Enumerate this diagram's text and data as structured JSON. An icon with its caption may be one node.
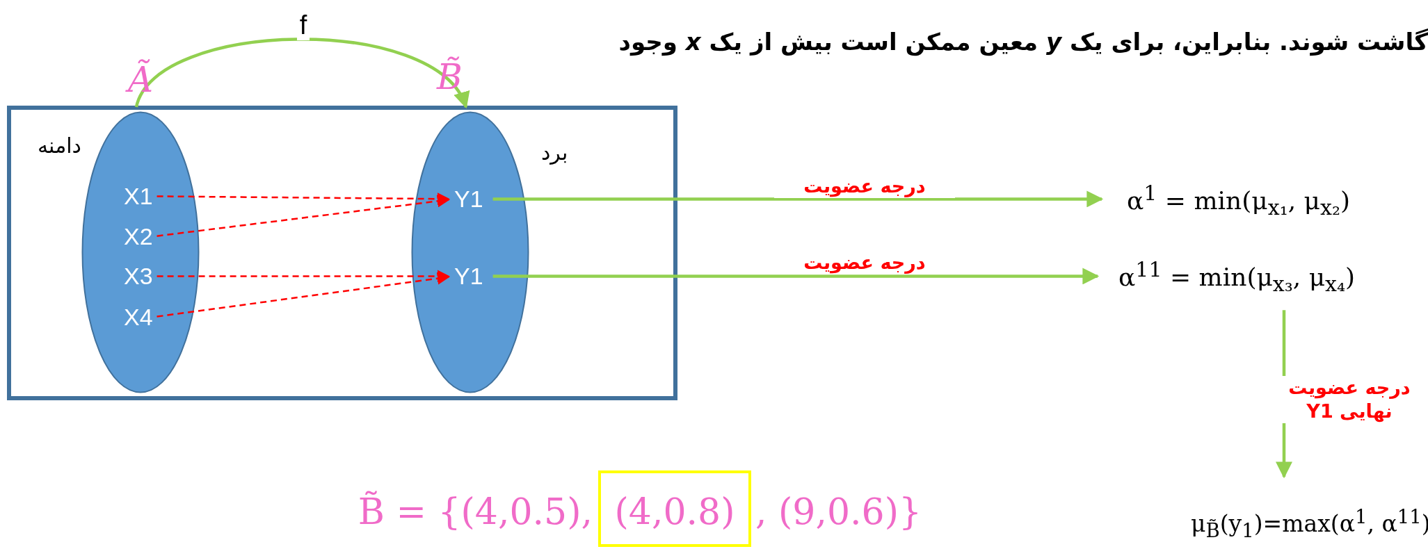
{
  "diagram": {
    "nodes": [
      {
        "text": [],
        "shape": "box"
      },
      {
        "text": [
          "Ã"
        ],
        "beside": [
          "دامنه"
        ],
        "in": 0
      },
      {
        "text": [
          "X1"
        ],
        "in": 1
      },
      {
        "text": [
          "X2"
        ],
        "in": 1
      },
      {
        "text": [
          "X3"
        ],
        "in": 1
      },
      {
        "text": [
          "X4"
        ],
        "in": 1
      },
      {
        "text": [
          "B̃"
        ],
        "beside": [
          "برد"
        ],
        "in": 0
      },
      {
        "text": [
          "Y1"
        ],
        "in": 6
      },
      {
        "text": [
          "Y1"
        ],
        "in": 6
      },
      {
        "text": [
          "α$^{1}$ = min(μ$_{x₁}$, μ$_{x₂}$)"
        ]
      },
      {
        "text": [
          "α$^{11}$ = min(μ$_{x₃}$, μ$_{x₄}$)"
        ]
      },
      {
        "text": [
          "μ$_{B̃}$(y$_{1}$)=max(α$^{1}$, α$^{11}$)"
        ]
      },
      {
        "text": [
          "(4,0.8)"
        ],
        "beside": [
          "B̃ = {(4,0.5),",
          ", (9,0.6)}"
        ]
      }
    ],
    "edges": [
      {
        "from": 1,
        "to": 6,
        "arrow": "to",
        "label": "f"
      },
      {
        "from": 2,
        "to": 7,
        "arrow": "to",
        "style": "dashed",
        "color": "#ff0000"
      },
      {
        "from": 3,
        "to": 7,
        "arrow": "to",
        "style": "dashed",
        "color": "#ff0000"
      },
      {
        "from": 4,
        "to": 8,
        "arrow": "to",
        "style": "dashed",
        "color": "#ff0000"
      },
      {
        "from": 5,
        "to": 8,
        "arrow": "to",
        "style": "dashed",
        "color": "#ff0000"
      },
      {
        "from": 7,
        "to": 9,
        "arrow": "to",
        "label": "درجه عضویت"
      },
      {
        "from": 8,
        "to": 10,
        "arrow": "to",
        "label": "درجه عضویت"
      },
      {
        "from": 10,
        "to": 11,
        "arrow": "to",
        "label": "درجه عضویت نهایی Y1"
      }
    ],
    "labels": [
      "گاشت شوند. بنابراین، برای یک *y* معین ممکن است بیش از یک *x* وجود"
    ]
  }
}
